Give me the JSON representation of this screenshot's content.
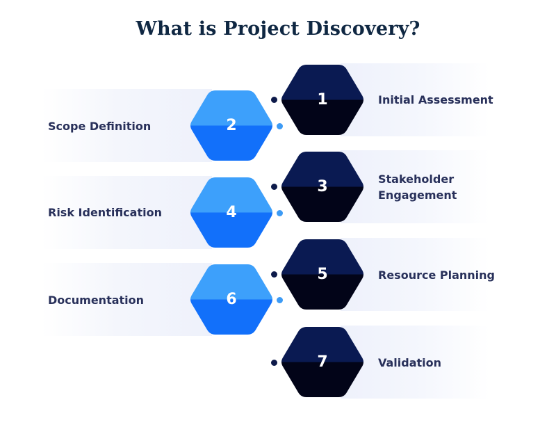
{
  "title": "What is Project Discovery?",
  "colors": {
    "dark_hex_top": "#0a1a52",
    "dark_hex_bottom": "#020418",
    "blue_hex_top": "#3da0fb",
    "blue_hex_bottom": "#1270fa",
    "dot_dark": "#0d1a4a",
    "dot_light": "#3d9bf5",
    "label_text": "#28305a",
    "title_text": "#0f2742"
  },
  "steps": [
    {
      "number": "1",
      "label": "Initial Assessment",
      "side": "right"
    },
    {
      "number": "2",
      "label": "Scope Definition",
      "side": "left"
    },
    {
      "number": "3",
      "label": "Stakeholder\nEngagement",
      "side": "right"
    },
    {
      "number": "4",
      "label": "Risk Identification",
      "side": "left"
    },
    {
      "number": "5",
      "label": "Resource Planning",
      "side": "right"
    },
    {
      "number": "6",
      "label": "Documentation",
      "side": "left"
    },
    {
      "number": "7",
      "label": "Validation",
      "side": "right"
    }
  ]
}
